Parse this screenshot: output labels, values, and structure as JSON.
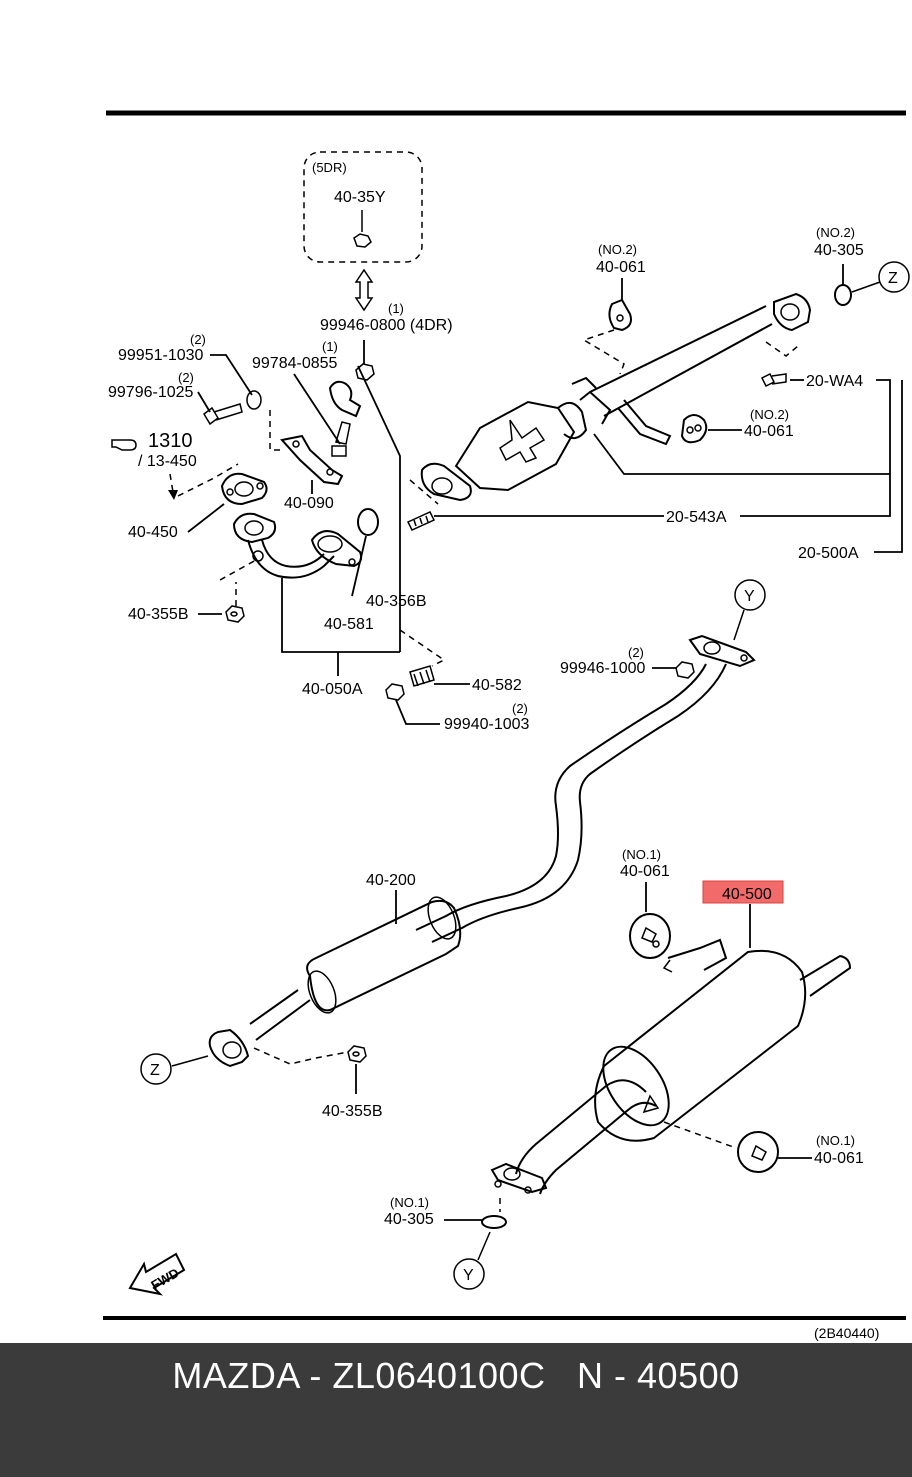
{
  "labels": {
    "box_5dr": "(5DR)",
    "p40_35Y": "40-35Y",
    "q99946_0800": "(1)",
    "p99946_0800": "99946-0800 (4DR)",
    "q99951": "(2)",
    "p99951": "99951-1030",
    "q99784": "(1)",
    "p99784": "99784-0855",
    "q99796": "(2)",
    "p99796": "99796-1025",
    "ref1310": "1310",
    "ref13450": "/ 13-450",
    "p40_090": "40-090",
    "p40_450": "40-450",
    "p40_355B_top": "40-355B",
    "p40_356B": "40-356B",
    "p40_581": "40-581",
    "p40_050A": "40-050A",
    "p40_582": "40-582",
    "q99940": "(2)",
    "p99940": "99940-1003",
    "q40_061_a": "(NO.2)",
    "p40_061_a": "40-061",
    "q40_305_a": "(NO.2)",
    "p40_305_a": "40-305",
    "zA": "Z",
    "p20_WA4": "20-WA4",
    "q40_061_b": "(NO.2)",
    "p40_061_b": "40-061",
    "p20_543A": "20-543A",
    "p20_500A": "20-500A",
    "yA": "Y",
    "q99946_1000": "(2)",
    "p99946_1000": "99946-1000",
    "p40_200": "40-200",
    "q40_061_c": "(NO.1)",
    "p40_061_c": "40-061",
    "p40_500": "40-500",
    "zB": "Z",
    "p40_355B_bot": "40-355B",
    "q40_061_d": "(NO.1)",
    "p40_061_d": "40-061",
    "q40_305_b": "(NO.1)",
    "p40_305_b": "40-305",
    "yB": "Y",
    "fwd": "FWD",
    "diagram_code": "(2B40440)"
  },
  "highlight_color": "#f36a6a",
  "footer": {
    "text": "MAZDA - ZL0640100C   N - 40500",
    "background": "#3b3b3b",
    "color": "#ffffff"
  }
}
